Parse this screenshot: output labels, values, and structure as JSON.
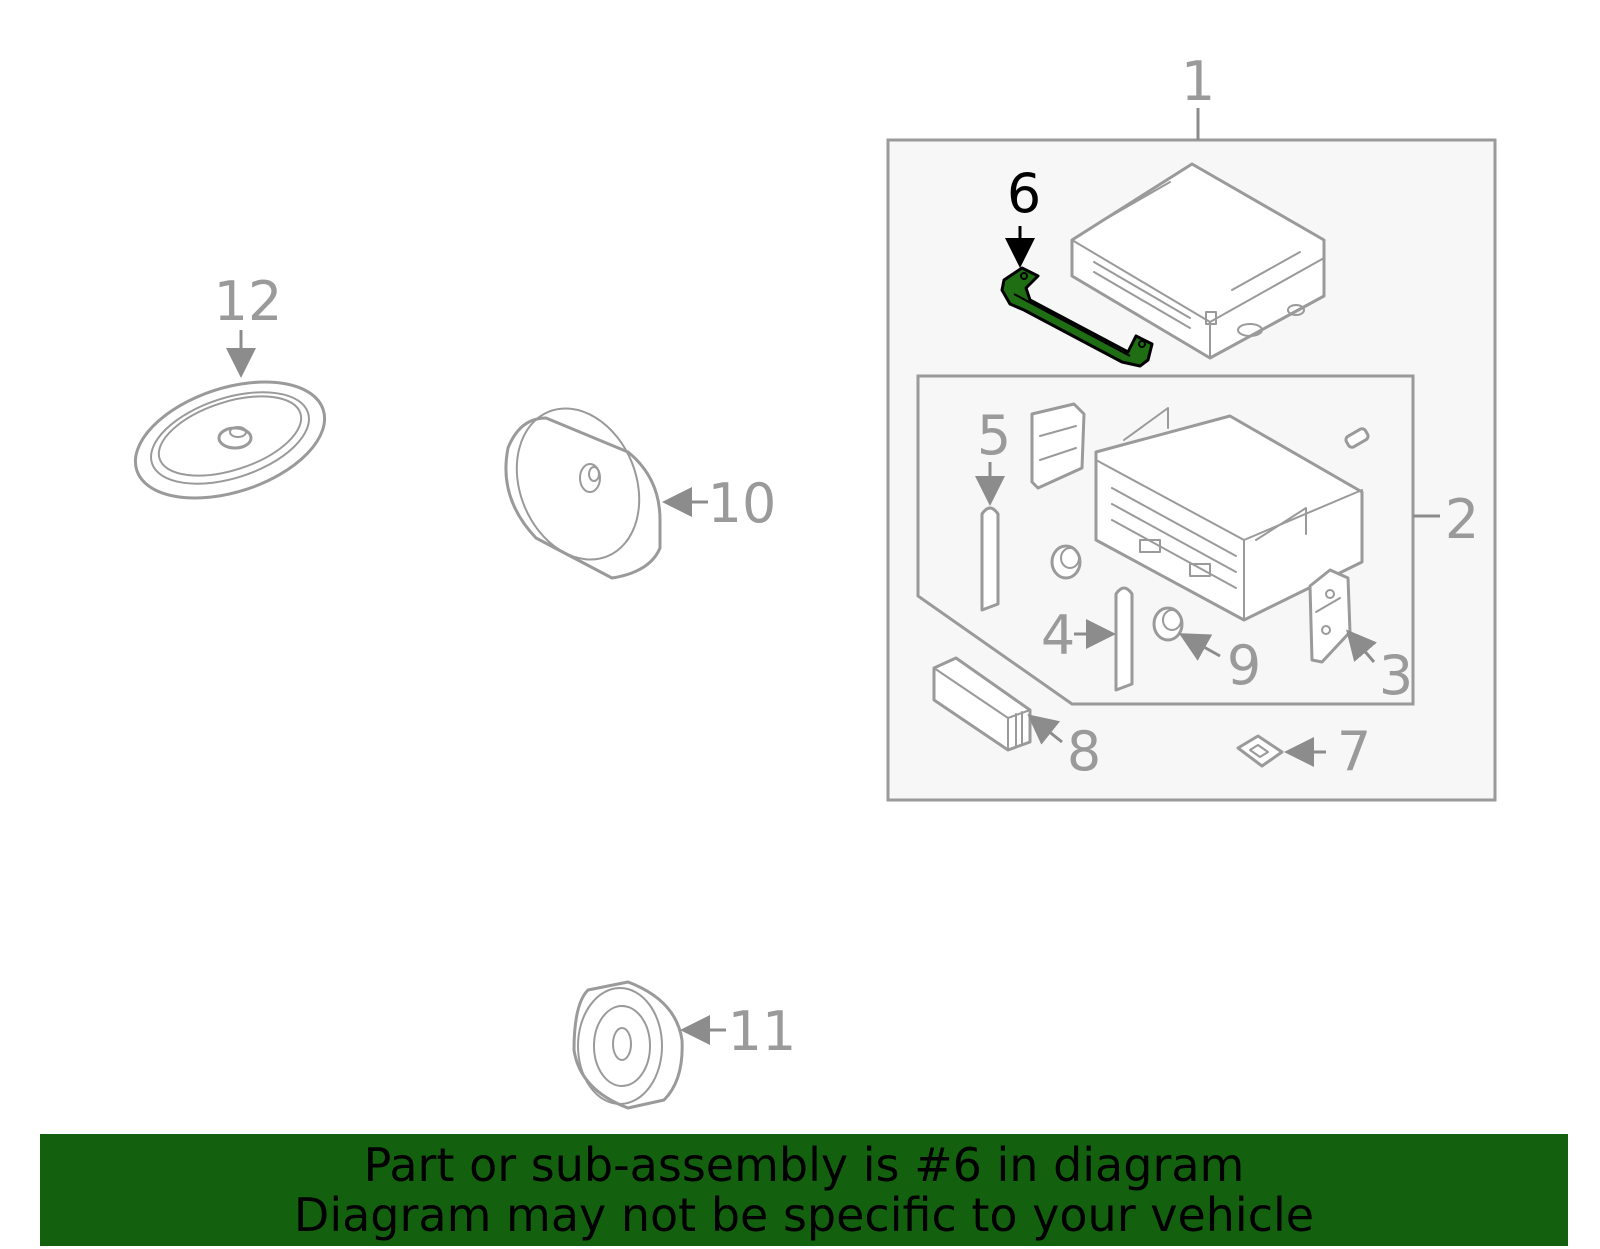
{
  "colors": {
    "highlight_fill": "#1f6e14",
    "banner_background": "#13610e",
    "part_stroke": "#9a9a9a"
  },
  "callouts": {
    "c1": "1",
    "c2": "2",
    "c3": "3",
    "c4": "4",
    "c5": "5",
    "c6": "6",
    "c7": "7",
    "c8": "8",
    "c9": "9",
    "c10": "10",
    "c11": "11",
    "c12": "12"
  },
  "highlighted_callout": "6",
  "banner": {
    "line1": "Part or sub-assembly is #6 in diagram",
    "line2": "Diagram may not be specific to your vehicle"
  }
}
